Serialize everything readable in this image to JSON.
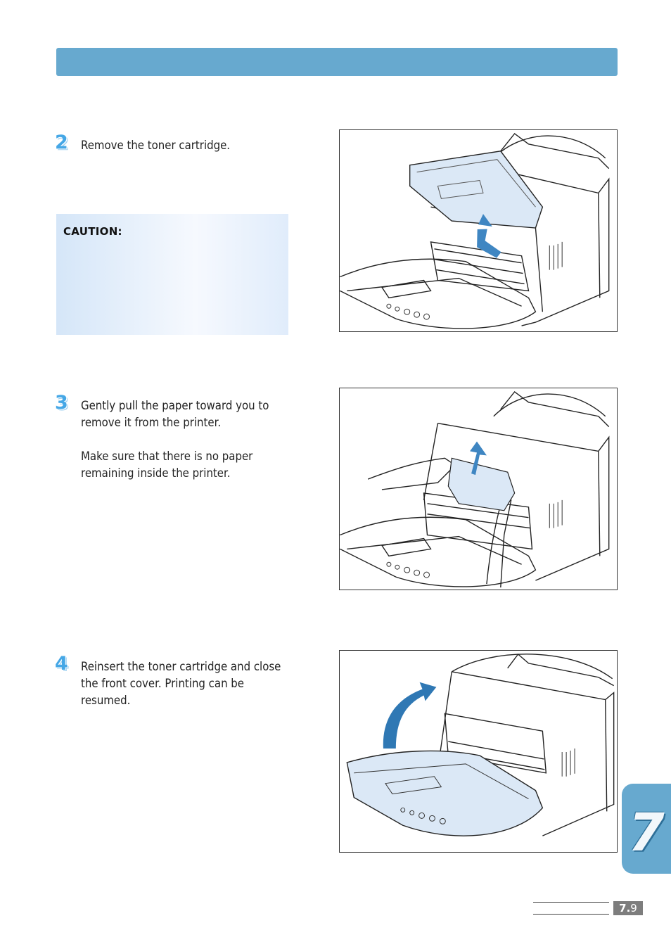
{
  "page": {
    "header_bar_color": "#67a9cf",
    "steps": [
      {
        "number": "2",
        "paragraphs": [
          "Remove the toner cartridge."
        ]
      },
      {
        "number": "3",
        "paragraphs": [
          "Gently pull the paper toward you to remove it from the printer.",
          "Make sure that there is no paper remaining inside the printer."
        ]
      },
      {
        "number": "4",
        "paragraphs": [
          "Reinsert the toner cartridge and close the front cover. Printing can be resumed."
        ]
      }
    ],
    "caution": {
      "title": "CAUTION:"
    },
    "chapter_tab": {
      "number": "7",
      "color": "#67a9cf"
    },
    "page_number": {
      "chapter": "7.",
      "page": "9"
    }
  }
}
